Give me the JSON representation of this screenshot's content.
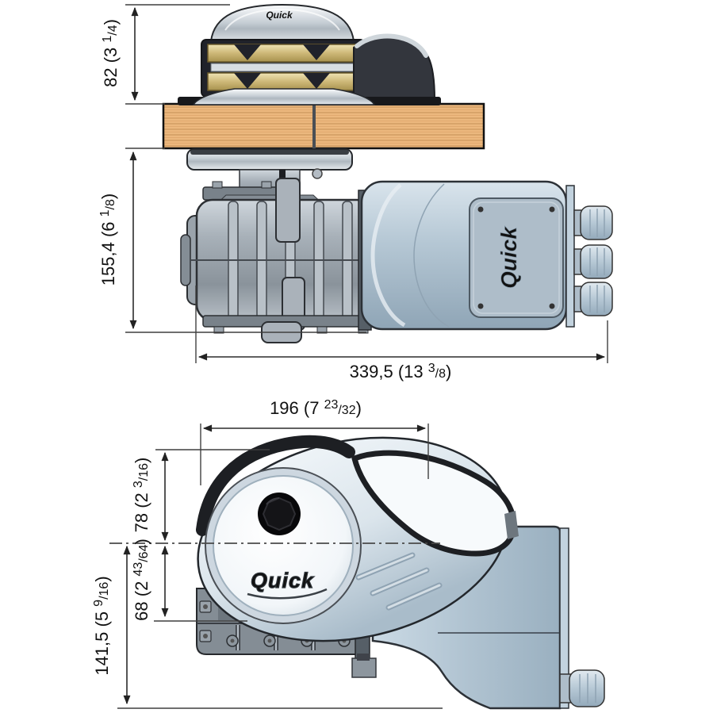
{
  "brand": "Quick",
  "views": {
    "side": {
      "dims": {
        "above_deck": {
          "main": "82 (3 ",
          "num": "1",
          "den": "/4",
          "close": ")"
        },
        "below_deck": {
          "main": "155,4 (6 ",
          "num": "1",
          "den": "/8",
          "close": ")"
        },
        "length": {
          "main": "339,5 (13 ",
          "num": "3",
          "den": "/8",
          "close": ")"
        }
      }
    },
    "front": {
      "dims": {
        "width": {
          "main": "196 (7 ",
          "num": "23",
          "den": "/32",
          "close": ")"
        },
        "above_center": {
          "main": "78 (2 ",
          "num": "3",
          "den": "/16",
          "close": ")"
        },
        "below_center": {
          "main": "68 (2 ",
          "num": "43",
          "den": "/64",
          "close": ")"
        },
        "height": {
          "main": "141,5 (5 ",
          "num": "9",
          "den": "/16",
          "close": ")"
        }
      }
    }
  }
}
